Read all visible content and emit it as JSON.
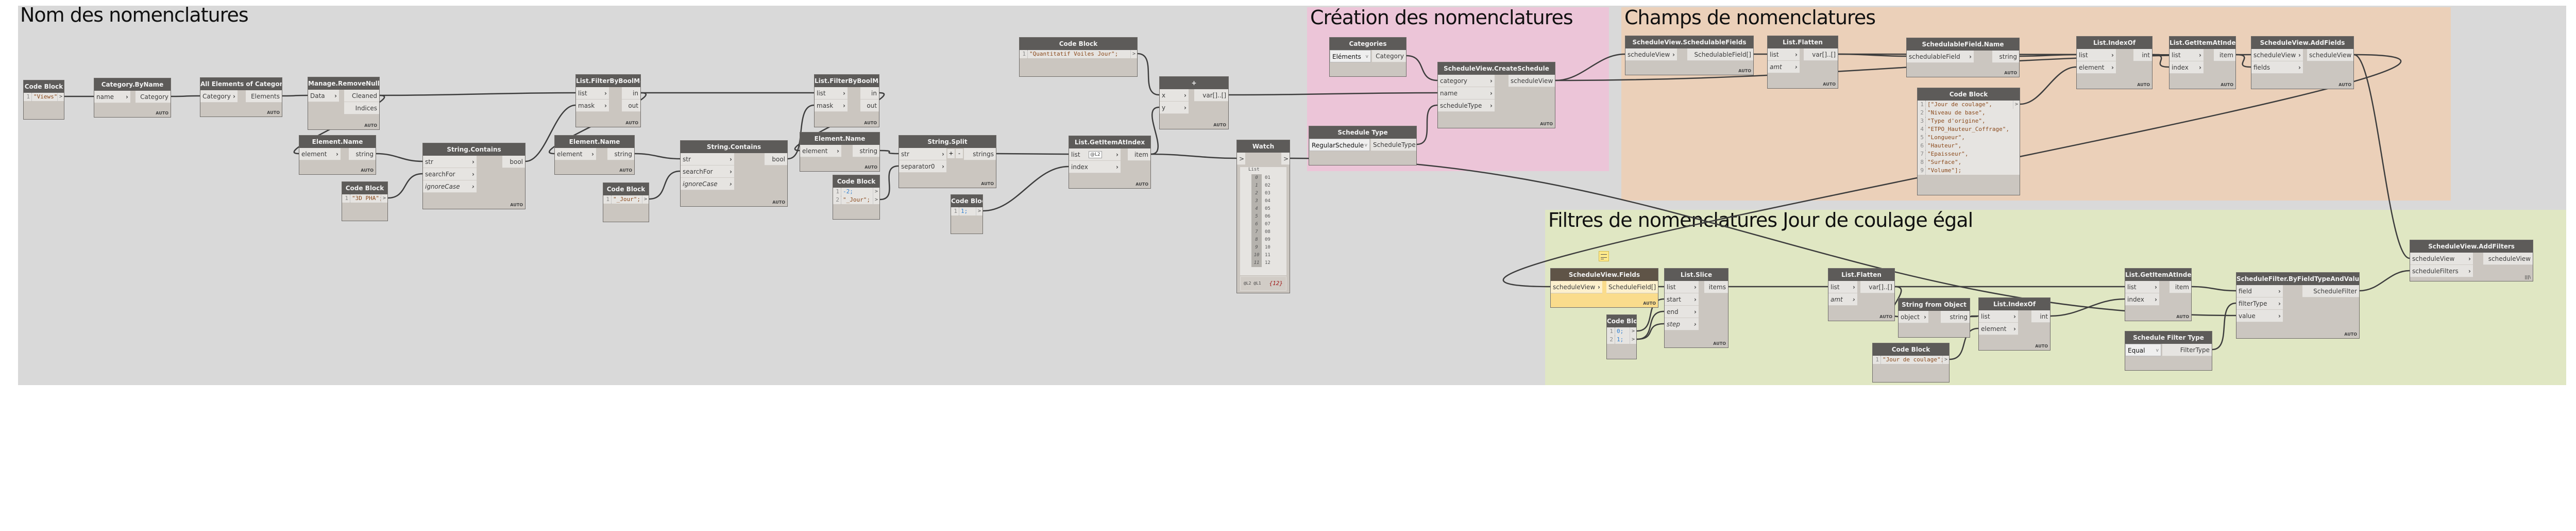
{
  "groups": {
    "nom": "Nom des nomenclatures",
    "creation": "Création des nomenclatures",
    "champs": "Champs de nomenclatures",
    "filtres": "Filtres de nomenclatures Jour de coulage égal"
  },
  "colors": {
    "canvas": "#d9d9d9",
    "group_creation": "#ecc5d8",
    "group_champs": "#ebd0b9",
    "group_filtres": "#e0e7c3",
    "node_header": "#5d5b59",
    "node_body": "#cbc6c0",
    "selected_node": "#fadc8c",
    "wire": "#3d3d3d",
    "string_literal": "#8b4a1c",
    "number_literal": "#2f7fd1"
  },
  "common": {
    "auto": "AUTO",
    "chevron": "›",
    "code_out": ">",
    "lacing_alt": "|||\\"
  },
  "nodes": {
    "cb_views": {
      "title": "Code Block",
      "lines": [
        "\"Views\";"
      ]
    },
    "cat_byname": {
      "title": "Category.ByName",
      "inputs": [
        "name"
      ],
      "outputs": [
        "Category"
      ]
    },
    "all_elements": {
      "title": "All Elements of Category",
      "inputs": [
        "Category"
      ],
      "outputs": [
        "Elements"
      ]
    },
    "remove_nulls": {
      "title": "Manage.RemoveNulls",
      "inputs": [
        "Data"
      ],
      "outputs": [
        "Cleaned",
        "Indices"
      ]
    },
    "elname1": {
      "title": "Element.Name",
      "inputs": [
        "element"
      ],
      "outputs": [
        "string"
      ]
    },
    "cb_3dpha": {
      "title": "Code Block",
      "lines": [
        "\"3D PHA\";"
      ]
    },
    "contains1": {
      "title": "String.Contains",
      "inputs": [
        "str",
        "searchFor",
        "ignoreCase"
      ],
      "outputs": [
        "bool"
      ]
    },
    "filter1": {
      "title": "List.FilterByBoolMask",
      "inputs": [
        "list",
        "mask"
      ],
      "outputs": [
        "in",
        "out"
      ]
    },
    "elname2": {
      "title": "Element.Name",
      "inputs": [
        "element"
      ],
      "outputs": [
        "string"
      ]
    },
    "cb_jour1": {
      "title": "Code Block",
      "lines": [
        "\"_Jour\";"
      ]
    },
    "contains2": {
      "title": "String.Contains",
      "inputs": [
        "str",
        "searchFor",
        "ignoreCase"
      ],
      "outputs": [
        "bool"
      ]
    },
    "filter2": {
      "title": "List.FilterByBoolMask",
      "inputs": [
        "list",
        "mask"
      ],
      "outputs": [
        "in",
        "out"
      ]
    },
    "elname3": {
      "title": "Element.Name",
      "inputs": [
        "element"
      ],
      "outputs": [
        "string"
      ]
    },
    "cb_split": {
      "title": "Code Block",
      "lines": [
        "-2;",
        "\"_Jour\";"
      ]
    },
    "split": {
      "title": "String.Split",
      "inputs": [
        "str",
        "separator0"
      ],
      "outputs": [
        "strings"
      ],
      "plus": "+",
      "minus": "-"
    },
    "cb_one": {
      "title": "Code Block",
      "lines": [
        "1;"
      ]
    },
    "getitem1": {
      "title": "List.GetItemAtIndex",
      "inputs": [
        "list",
        "index"
      ],
      "outputs": [
        "item"
      ],
      "level": "@L2"
    },
    "cb_quant": {
      "title": "Code Block",
      "lines": [
        "\"Quantitatif Voiles Jour\";"
      ]
    },
    "plus": {
      "title": "+",
      "inputs": [
        "x",
        "y"
      ],
      "outputs": [
        "var[]..[]"
      ]
    },
    "watch": {
      "title": "Watch",
      "header": "List",
      "items": [
        {
          "i": "0",
          "v": "01"
        },
        {
          "i": "1",
          "v": "02"
        },
        {
          "i": "2",
          "v": "03"
        },
        {
          "i": "3",
          "v": "04"
        },
        {
          "i": "4",
          "v": "05"
        },
        {
          "i": "5",
          "v": "06"
        },
        {
          "i": "6",
          "v": "07"
        },
        {
          "i": "7",
          "v": "08"
        },
        {
          "i": "8",
          "v": "09"
        },
        {
          "i": "9",
          "v": "10"
        },
        {
          "i": "10",
          "v": "11"
        },
        {
          "i": "11",
          "v": "12"
        }
      ],
      "levels": "@L2 @L1",
      "count": "{12}"
    },
    "categories": {
      "title": "Categories",
      "selected": "Eléments",
      "outputs": [
        "Category"
      ]
    },
    "schedule_type": {
      "title": "Schedule Type",
      "selected": "RegularSchedule",
      "outputs": [
        "ScheduleType"
      ]
    },
    "create_schedule": {
      "title": "ScheduleView.CreateSchedule",
      "inputs": [
        "category",
        "name",
        "scheduleType"
      ],
      "outputs": [
        "scheduleView"
      ]
    },
    "schedulable_fields": {
      "title": "ScheduleView.SchedulableFields",
      "inputs": [
        "scheduleView"
      ],
      "outputs": [
        "SchedulableField[]"
      ]
    },
    "flatten1": {
      "title": "List.Flatten",
      "inputs": [
        "list",
        "amt"
      ],
      "outputs": [
        "var[]..[]"
      ]
    },
    "sf_name": {
      "title": "SchedulableField.Name",
      "inputs": [
        "schedulableField"
      ],
      "outputs": [
        "string"
      ]
    },
    "cb_fields": {
      "title": "Code Block",
      "lines": [
        "[\"Jour de coulage\",",
        "\"Niveau de base\",",
        "\"Type d'origine\",",
        "\"ETPO_Hauteur_Coffrage\",",
        "\"Longueur\",",
        "\"Hauteur\",",
        "\"Epaisseur\",",
        "\"Surface\",",
        "\"Volume\"];"
      ]
    },
    "indexof1": {
      "title": "List.IndexOf",
      "inputs": [
        "list",
        "element"
      ],
      "outputs": [
        "int"
      ]
    },
    "getitem2": {
      "title": "List.GetItemAtIndex",
      "inputs": [
        "list",
        "index"
      ],
      "outputs": [
        "item"
      ]
    },
    "add_fields": {
      "title": "ScheduleView.AddFields",
      "inputs": [
        "scheduleView",
        "fields"
      ],
      "outputs": [
        "scheduleView"
      ]
    },
    "sv_fields": {
      "title": "ScheduleView.Fields",
      "inputs": [
        "scheduleView"
      ],
      "outputs": [
        "ScheduleField[]"
      ]
    },
    "cb_slice": {
      "title": "Code Block",
      "lines": [
        "0;",
        "1;"
      ]
    },
    "slice": {
      "title": "List.Slice",
      "inputs": [
        "list",
        "start",
        "end",
        "step"
      ],
      "outputs": [
        "items"
      ]
    },
    "flatten2": {
      "title": "List.Flatten",
      "inputs": [
        "list",
        "amt"
      ],
      "outputs": [
        "var[]..[]"
      ]
    },
    "str_from_obj": {
      "title": "String from Object",
      "inputs": [
        "object"
      ],
      "outputs": [
        "string"
      ]
    },
    "cb_jour2": {
      "title": "Code Block",
      "lines": [
        "\"Jour de coulage\";"
      ]
    },
    "indexof2": {
      "title": "List.IndexOf",
      "inputs": [
        "list",
        "element"
      ],
      "outputs": [
        "int"
      ]
    },
    "getitem3": {
      "title": "List.GetItemAtIndex",
      "inputs": [
        "list",
        "index"
      ],
      "outputs": [
        "item"
      ]
    },
    "filter_type": {
      "title": "Schedule Filter Type",
      "selected": "Equal",
      "outputs": [
        "FilterType"
      ]
    },
    "byfield": {
      "title": "ScheduleFilter.ByFieldTypeAndValue",
      "inputs": [
        "field",
        "filterType",
        "value"
      ],
      "outputs": [
        "ScheduleFilter"
      ]
    },
    "add_filters": {
      "title": "ScheduleView.AddFilters",
      "inputs": [
        "scheduleView",
        "scheduleFilters"
      ],
      "outputs": [
        "scheduleView"
      ]
    }
  }
}
